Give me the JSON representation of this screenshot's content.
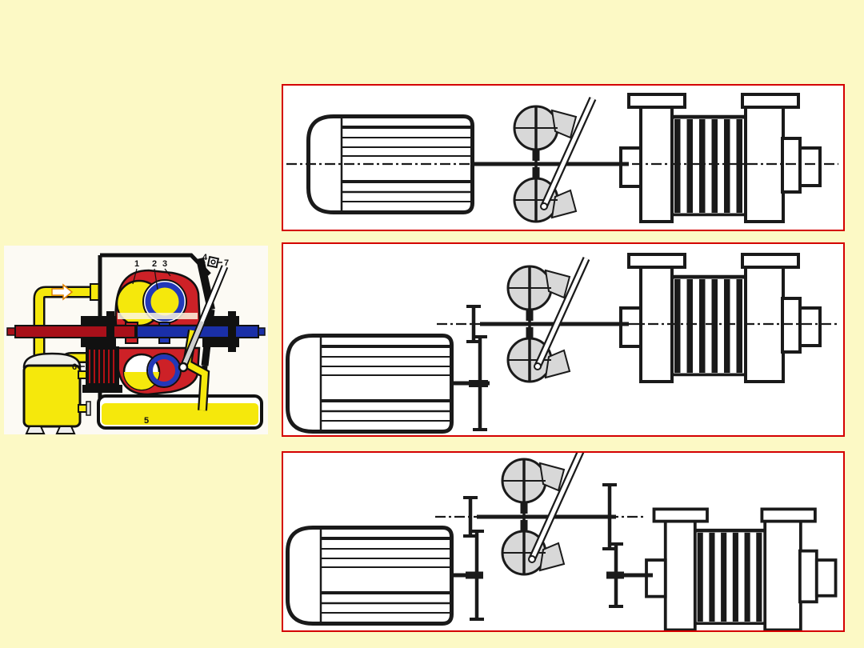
{
  "page": {
    "background": "#FCF9C5"
  },
  "colors": {
    "panel_border": "#D40000",
    "panel_background": "#FFFFFF",
    "schematic_line": "#1A1A1A",
    "coupling_fill": "#D8D8D8",
    "oil_yellow": "#F5E80C",
    "shell_red": "#CD2127",
    "turbine_blue": "#2238B8",
    "shaft_red_dark": "#A8101A",
    "shaft_blue_dark": "#1A2FA8",
    "figure_background": "#FCFAF4"
  },
  "figure": {
    "labels": {
      "label_1": "1",
      "label_2": "2",
      "label_3": "3",
      "label_4": "4",
      "label_5": "5",
      "label_6": "6",
      "label_7": "7"
    }
  }
}
